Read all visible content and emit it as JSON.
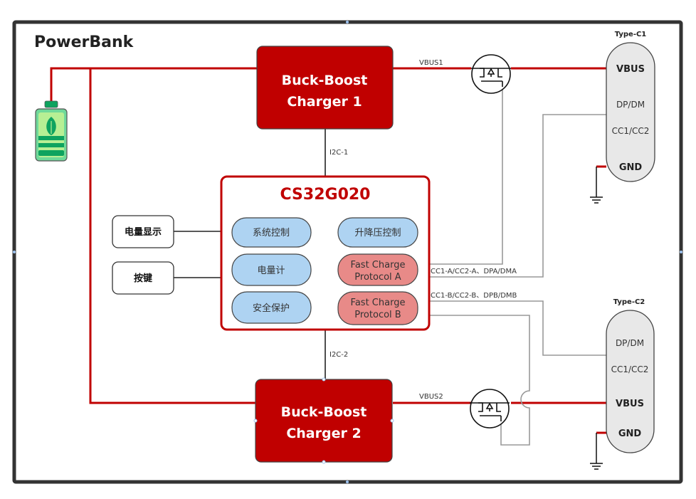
{
  "title": "PowerBank",
  "colors": {
    "power_line": "#c00000",
    "charger_fill": "#c00000",
    "mcu_border": "#c00000",
    "pill_blue": "#aed3f2",
    "pill_red": "#e88a88",
    "signal_line": "#999999",
    "connector_fill": "#e8e8e8",
    "battery_body": "#6fd99a",
    "battery_inner": "#b7ef94",
    "battery_dark": "#0ea35f"
  },
  "battery": {
    "icon": "battery-leaf-icon"
  },
  "chargers": [
    {
      "line1": "Buck-Boost",
      "line2": "Charger 1"
    },
    {
      "line1": "Buck-Boost",
      "line2": "Charger 2"
    }
  ],
  "mcu": {
    "title": "CS32G020",
    "left_blocks": [
      "系统控制",
      "电量计",
      "安全保护"
    ],
    "right_blocks": [
      {
        "line1": "升降压控制",
        "line2": ""
      },
      {
        "line1": "Fast Charge",
        "line2": "Protocol A"
      },
      {
        "line1": "Fast Charge",
        "line2": "Protocol B"
      }
    ]
  },
  "peripherals": [
    "电量显示",
    "按键"
  ],
  "signals": {
    "i2c1": "I2C-1",
    "i2c2": "I2C-2",
    "vbus1": "VBUS1",
    "vbus2": "VBUS2",
    "proto_a": "CC1-A/CC2-A、DPA/DMA",
    "proto_b": "CC1-B/CC2-B、DPB/DMB"
  },
  "ports": [
    {
      "title": "Type-C1",
      "pins": [
        "VBUS",
        "DP/DM",
        "CC1/CC2",
        "GND"
      ]
    },
    {
      "title": "Type-C2",
      "pins": [
        "DP/DM",
        "CC1/CC2",
        "VBUS",
        "GND"
      ]
    }
  ],
  "icons": {
    "mosfet": "mosfet-icon",
    "ground": "ground-icon"
  }
}
